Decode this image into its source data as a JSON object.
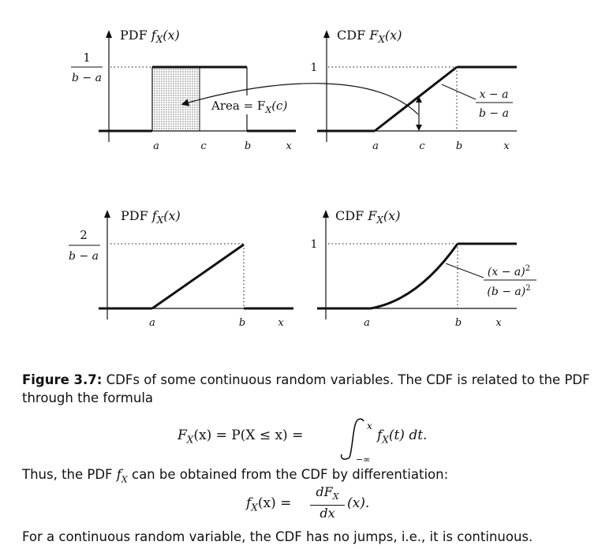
{
  "plots": {
    "p1": {
      "title": "PDF",
      "fn": "f",
      "sub": "X",
      "arg": "(x)",
      "ylabel_num": "1",
      "ylabel_den": "b − a",
      "xticks": [
        "a",
        "c",
        "b",
        "x"
      ],
      "area_text": "Area = F",
      "area_sub": "X",
      "area_arg": "(c)"
    },
    "p2": {
      "title": "CDF",
      "fn": "F",
      "sub": "X",
      "arg": "(x)",
      "ylabel": "1",
      "xticks": [
        "a",
        "c",
        "b",
        "x"
      ],
      "slope_num": "x − a",
      "slope_den": "b − a"
    },
    "p3": {
      "title": "PDF",
      "fn": "f",
      "sub": "X",
      "arg": "(x)",
      "ylabel_num": "2",
      "ylabel_den": "b − a",
      "xticks": [
        "a",
        "b",
        "x"
      ]
    },
    "p4": {
      "title": "CDF",
      "fn": "F",
      "sub": "X",
      "arg": "(x)",
      "ylabel": "1",
      "xticks": [
        "a",
        "b",
        "x"
      ],
      "curve_num": "(x − a)",
      "curve_num_exp": "2",
      "curve_den": "(b − a)",
      "curve_den_exp": "2"
    }
  },
  "caption": {
    "label": "Figure 3.7:",
    "text1": " CDFs of some continuous random variables. The CDF is related to the PDF through the formula"
  },
  "formula1": "F",
  "formula1_sub": "X",
  "formula1_rest": "(x) = P(X ≤ x) = ",
  "formula1_int_upper": "x",
  "formula1_int_lower": "−∞",
  "formula1_integrand": "f",
  "formula1_integrand_sub": "X",
  "formula1_integrand_rest": "(t) dt.",
  "text2_a": "Thus, the PDF ",
  "text2_f": "f",
  "text2_sub": "X",
  "text2_b": " can be obtained from the CDF by differentiation:",
  "formula2_lhs": "f",
  "formula2_lhs_sub": "X",
  "formula2_lhs_rest": "(x) = ",
  "formula2_num": "dF",
  "formula2_num_sub": "X",
  "formula2_den": "dx",
  "formula2_rest": "(x).",
  "text3": "For a continuous random variable, the CDF has no jumps, i.e., it is continuous."
}
